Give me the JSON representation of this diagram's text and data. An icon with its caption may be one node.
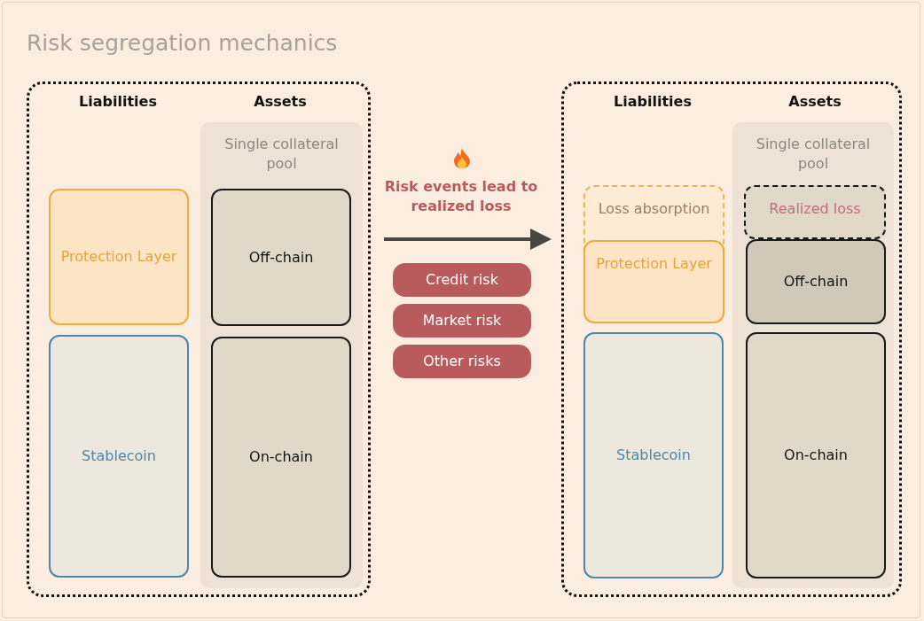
{
  "diagram": {
    "title": "Risk segregation mechanics",
    "nodes": [
      {
        "text": [],
        "shape": "box"
      },
      {
        "text": [
          "Protection Layer"
        ],
        "in": 0
      },
      {
        "text": [
          "Stablecoin"
        ],
        "in": 0
      },
      {
        "text": [
          "Single collateral pool"
        ],
        "in": 0
      },
      {
        "text": [
          "Off-chain"
        ],
        "in": 3
      },
      {
        "text": [
          "On-chain"
        ],
        "in": 3
      },
      {
        "text": [
          "Credit risk"
        ]
      },
      {
        "text": [
          "Market risk"
        ]
      },
      {
        "text": [
          "Other risks"
        ]
      },
      {
        "text": [],
        "shape": "box"
      },
      {
        "text": [
          "Loss absorption"
        ],
        "in": 9
      },
      {
        "text": [
          "Protection Layer"
        ],
        "in": 10
      },
      {
        "text": [
          "Stablecoin"
        ],
        "in": 9
      },
      {
        "text": [
          "Single collateral pool"
        ],
        "in": 9
      },
      {
        "text": [
          "Realized loss"
        ],
        "in": 13
      },
      {
        "text": [
          "Off-chain"
        ],
        "in": 13
      },
      {
        "text": [
          "On-chain"
        ],
        "in": 13
      }
    ],
    "edges": [
      {
        "from": 0,
        "to": 9,
        "arrow": "to"
      }
    ],
    "labels": [
      "Liabilities",
      "Assets",
      "Risk events lead to realized loss",
      "Liabilities",
      "Assets"
    ]
  }
}
